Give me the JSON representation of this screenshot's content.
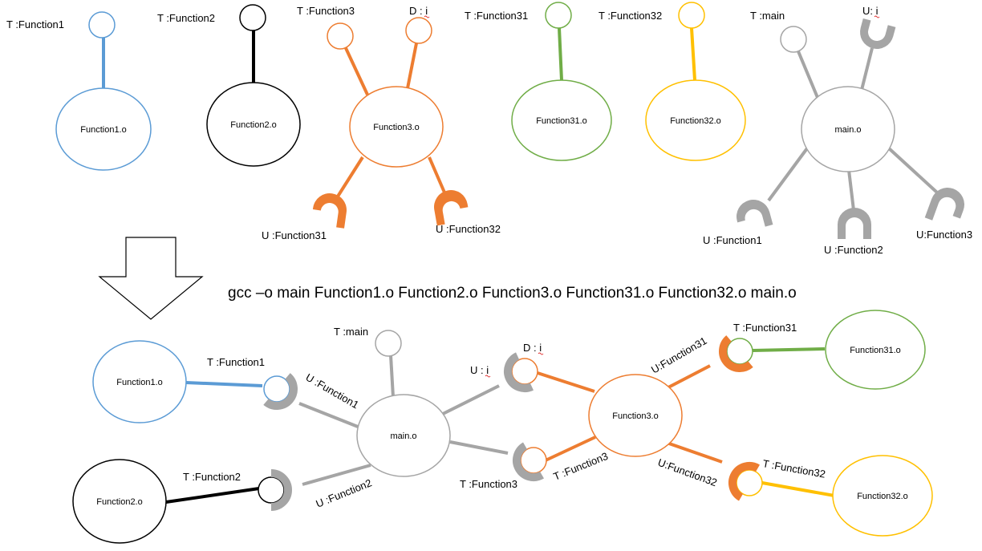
{
  "colors": {
    "blue": "#5b9bd5",
    "black": "#000000",
    "orange": "#ed7d31",
    "green": "#70ad47",
    "yellow": "#ffc000",
    "gray": "#a5a5a5",
    "squiggle": "#e03030"
  },
  "command": "gcc –o main  Function1.o  Function2.o  Function3.o  Function31.o  Function32.o  main.o",
  "top": {
    "function1": {
      "name": "Function1.o",
      "defines": [
        "T :Function1"
      ]
    },
    "function2": {
      "name": "Function2.o",
      "defines": [
        "T :Function2"
      ]
    },
    "function3": {
      "name": "Function3.o",
      "defines": [
        "T :Function3",
        "D : i"
      ],
      "undefined": [
        "U :Function31",
        "U :Function32"
      ]
    },
    "function31": {
      "name": "Function31.o",
      "defines": [
        "T :Function31"
      ]
    },
    "function32": {
      "name": "Function32.o",
      "defines": [
        "T :Function32"
      ]
    },
    "main": {
      "name": "main.o",
      "defines": [
        "T :main"
      ],
      "undefined": [
        "U: i",
        "U :Function1",
        "U :Function2",
        "U:Function3"
      ]
    }
  },
  "bottom": {
    "function1": {
      "name": "Function1.o",
      "t_label": "T :Function1"
    },
    "function2": {
      "name": "Function2.o",
      "t_label": "T :Function2"
    },
    "main": {
      "name": "main.o",
      "t_label": "T :main",
      "u_f1": "U :Function1",
      "u_f2": "U :Function2",
      "u_i": "U : i"
    },
    "function3": {
      "name": "Function3.o",
      "d_label": "D : i",
      "t_label": "T :Function3",
      "t_label_2": "T :Function3",
      "u_f31": "U:Function31",
      "u_f32": "U:Function32"
    },
    "function31": {
      "name": "Function31.o",
      "t_label": "T :Function31"
    },
    "function32": {
      "name": "Function32.o",
      "t_label": "T :Function32"
    }
  }
}
